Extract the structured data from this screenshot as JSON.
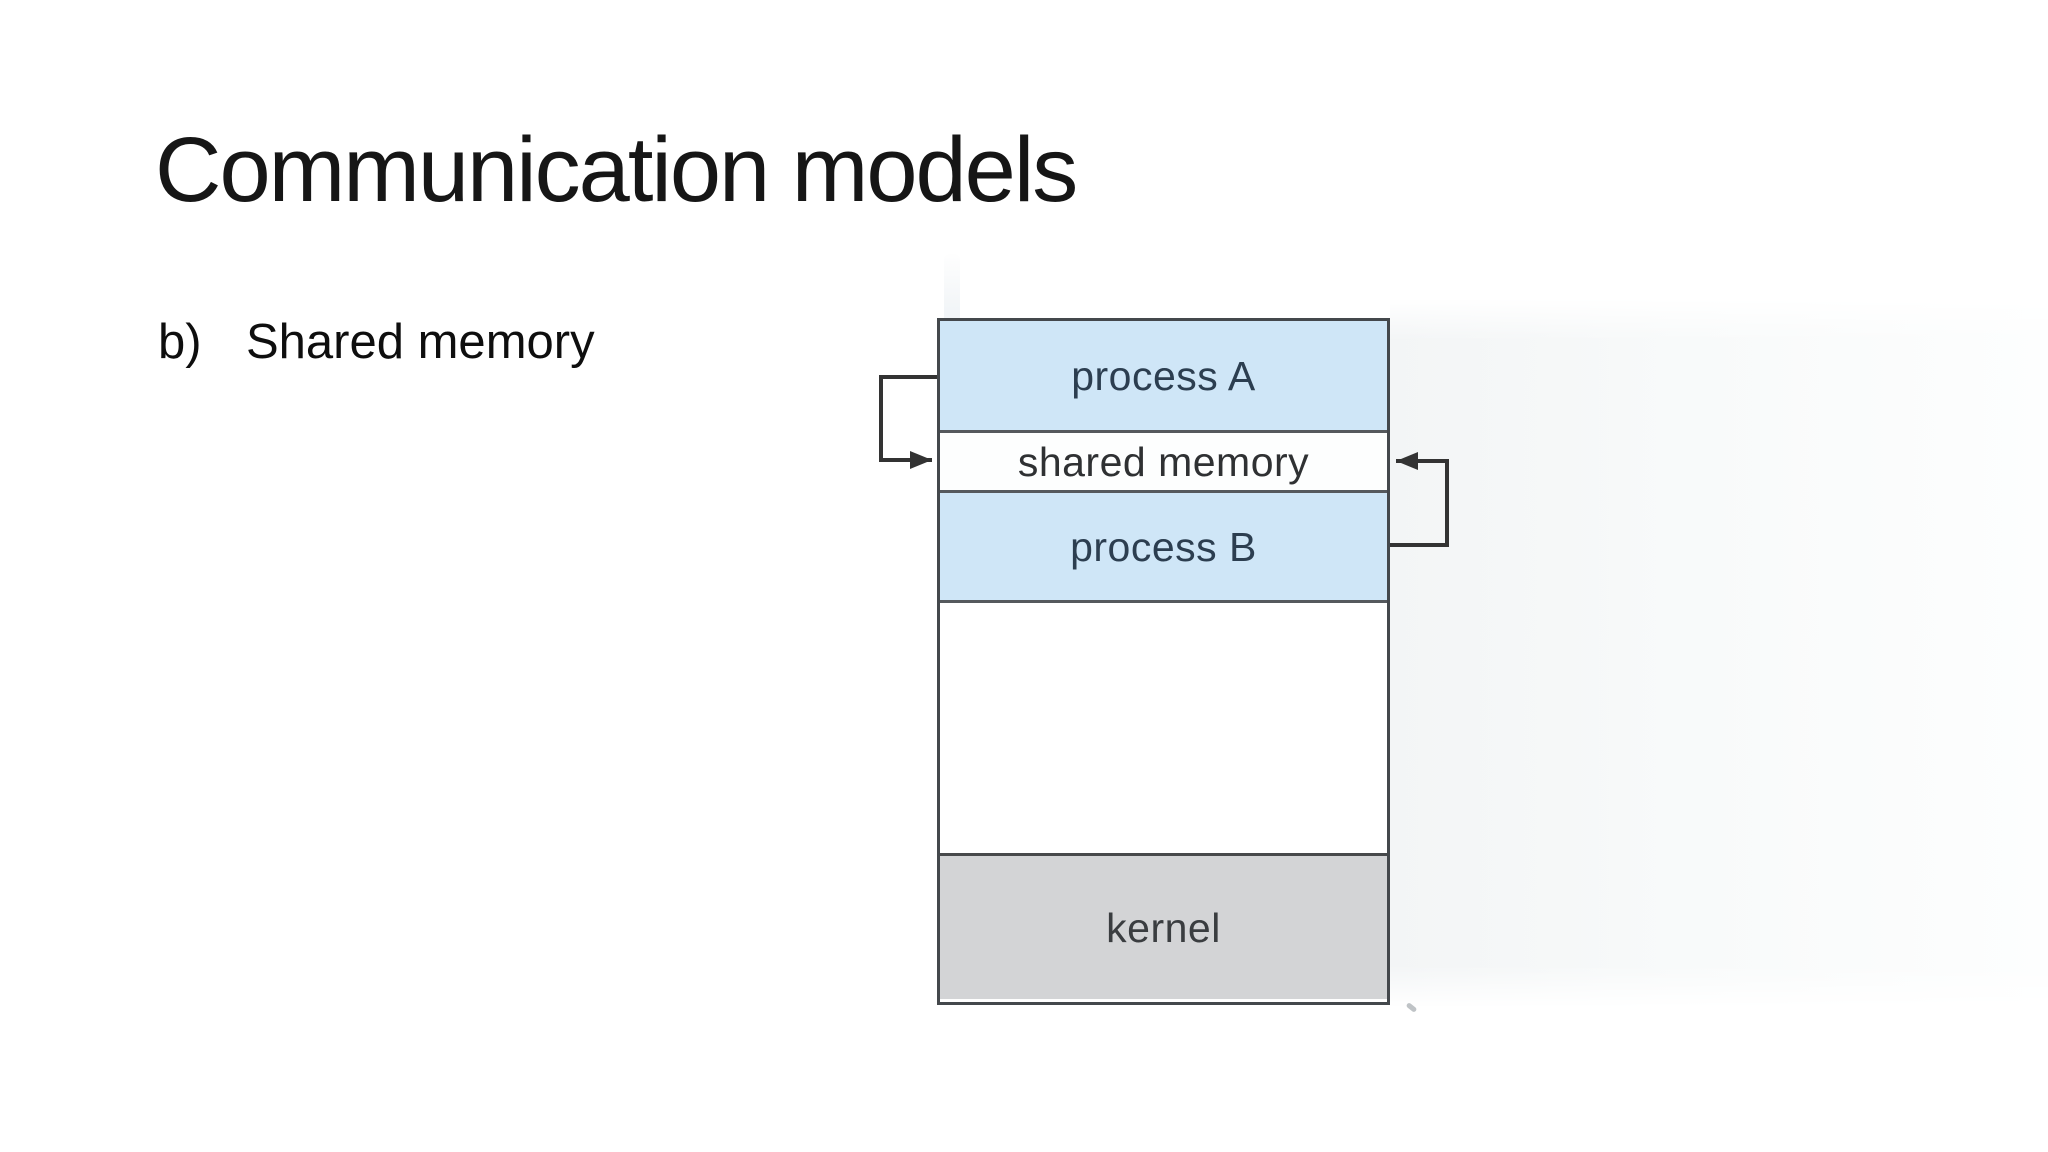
{
  "slide": {
    "title": "Communication models",
    "bullet": {
      "marker": "b)",
      "text": "Shared memory"
    }
  },
  "diagram": {
    "type": "memory-layout",
    "rows": [
      {
        "id": "process-a",
        "label": "process A"
      },
      {
        "id": "shared-memory",
        "label": "shared memory"
      },
      {
        "id": "process-b",
        "label": "process B"
      },
      {
        "id": "empty",
        "label": ""
      },
      {
        "id": "kernel",
        "label": "kernel"
      }
    ],
    "arrows": [
      {
        "id": "left-loop",
        "from": "process A",
        "to": "shared memory",
        "side": "left",
        "direction": "into shared memory"
      },
      {
        "id": "right-loop",
        "from": "process B",
        "to": "shared memory",
        "side": "right",
        "direction": "into shared memory"
      }
    ],
    "colors": {
      "process_fill": "#cfe6f7",
      "kernel_fill": "#d3d4d6",
      "process_text": "#2c3e50",
      "neutral_text": "#303336",
      "box_border": "#44484c",
      "divider_line": "#55595d",
      "arrow": "#333333",
      "figure_tint": "#f3f5f6"
    }
  }
}
